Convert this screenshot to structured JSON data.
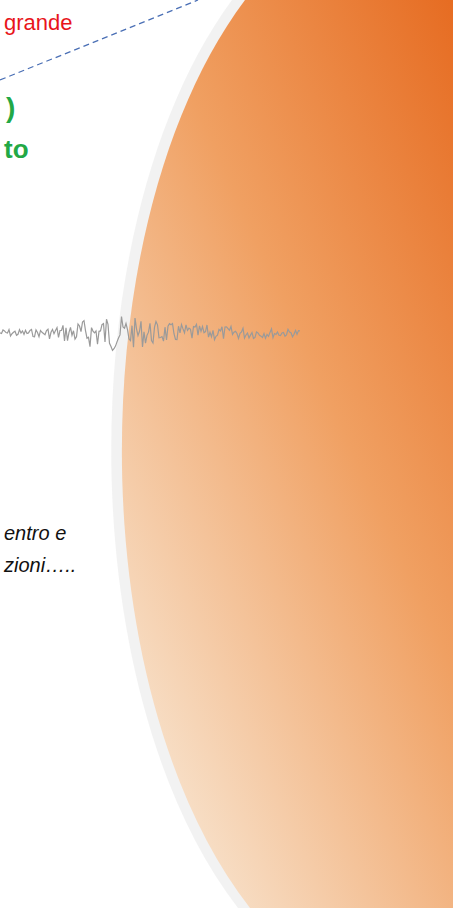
{
  "diagram": {
    "labels": [
      "grande",
      ")",
      "to",
      "entro e",
      "zioni….."
    ]
  }
}
